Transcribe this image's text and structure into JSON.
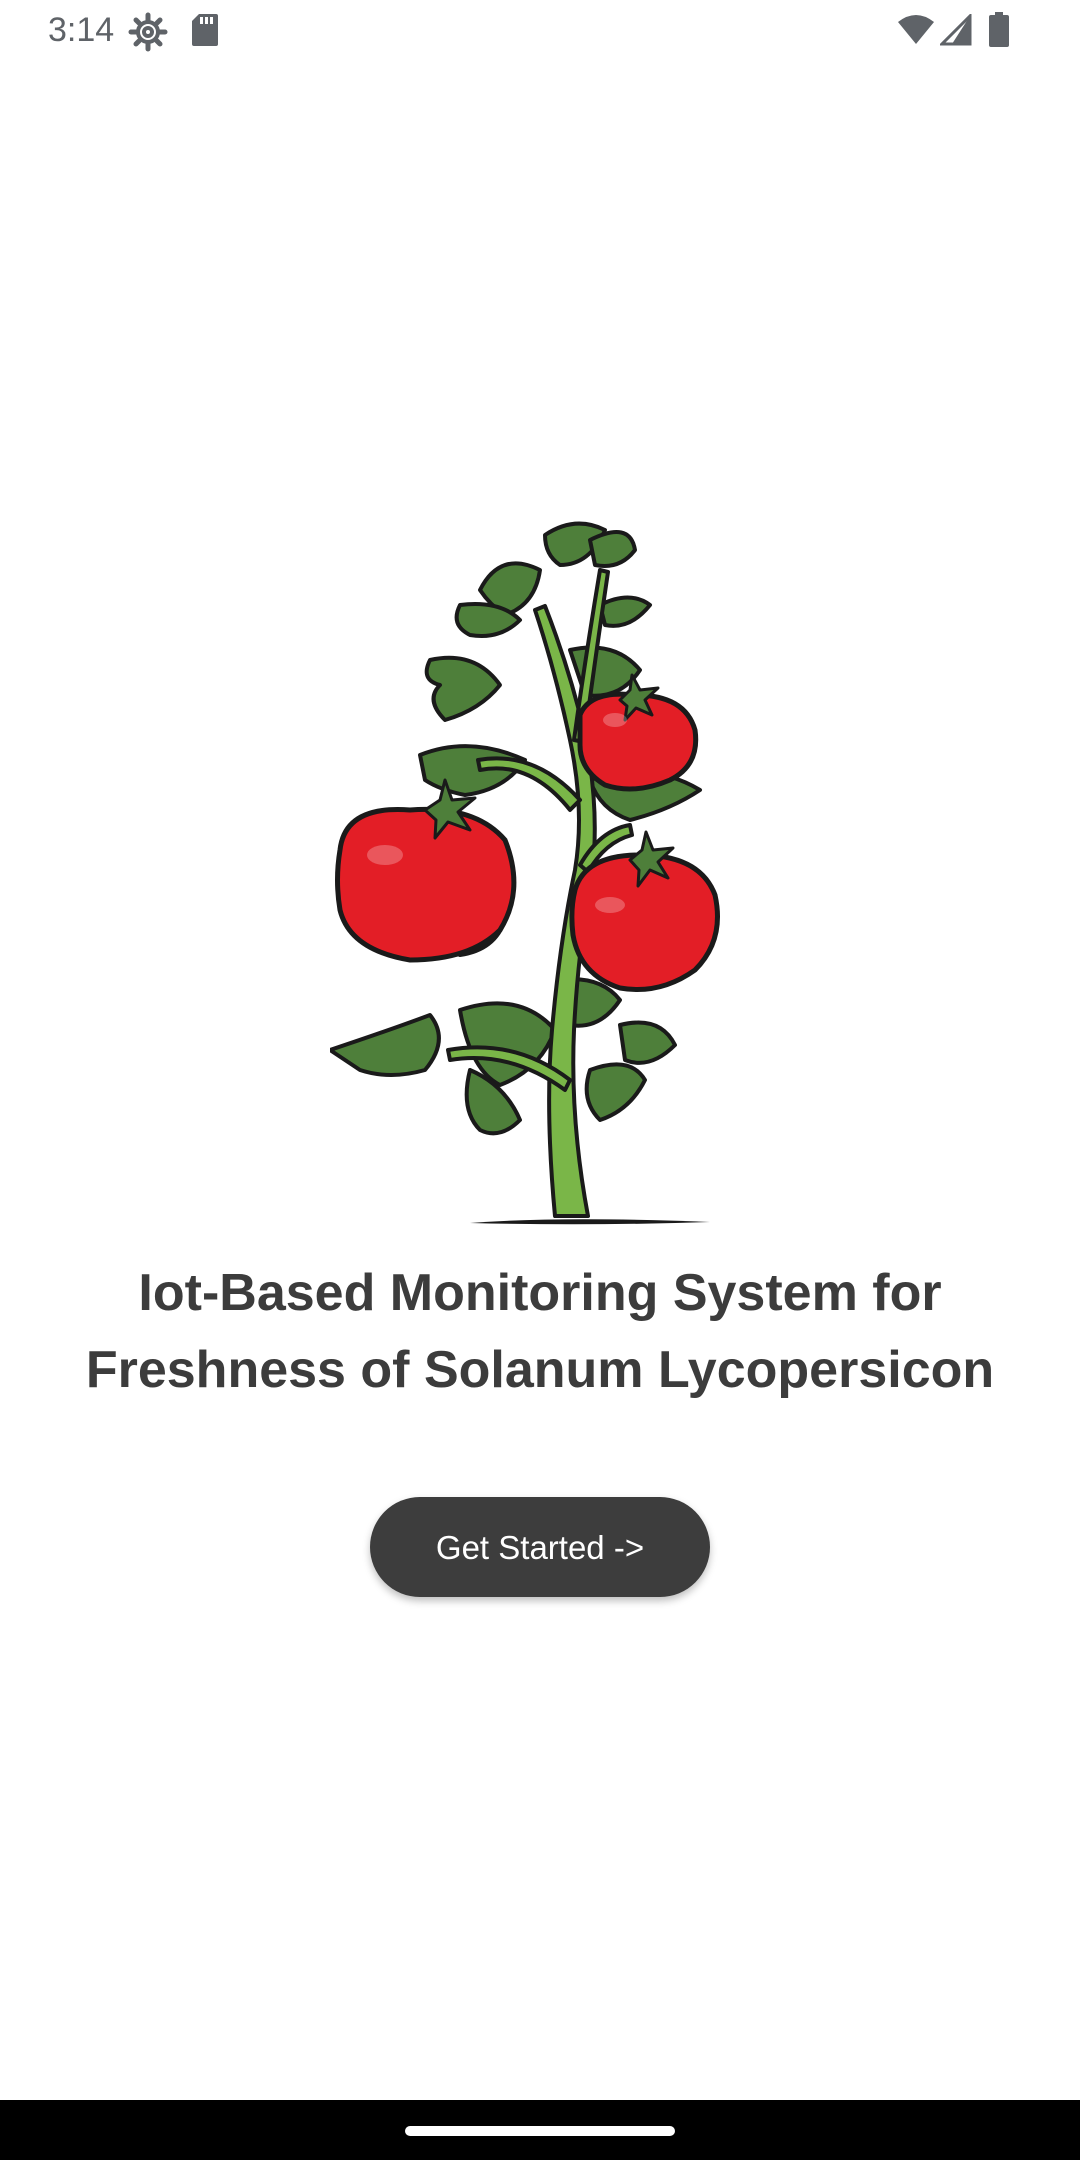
{
  "status_bar": {
    "time": "3:14",
    "left_icons": [
      "settings-gear-icon",
      "sd-card-icon"
    ],
    "right_icons": [
      "wifi-icon",
      "cell-signal-icon",
      "battery-icon"
    ]
  },
  "splash": {
    "illustration": "tomato-plant-illustration",
    "title_line1": "Iot-Based Monitoring System for",
    "title_line2": "Freshness of Solanum Lycopersicon",
    "cta_label": "Get Started ->"
  },
  "colors": {
    "title_text": "#3c3c3c",
    "button_bg": "#3d3d3d",
    "button_text": "#ffffff",
    "tomato_red": "#e31e26",
    "leaf_green": "#4e7f3a",
    "stem_green": "#7ab648",
    "nav_bar": "#000000"
  }
}
